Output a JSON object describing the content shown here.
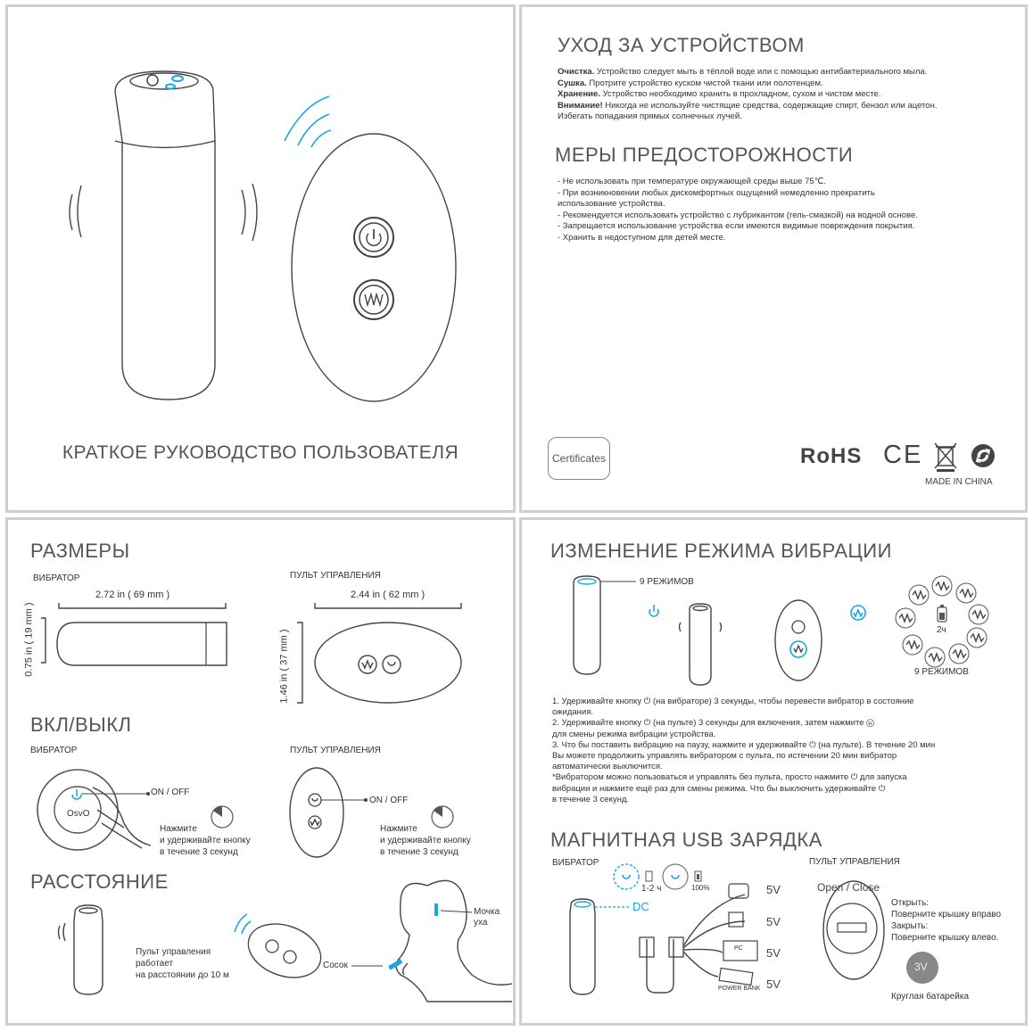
{
  "panel1": {
    "title": "КРАТКОЕ РУКОВОДСТВО ПОЛЬЗОВАТЕЛЯ"
  },
  "panel2": {
    "care_title": "УХОД ЗА УСТРОЙСТВОМ",
    "care": [
      {
        "label": "Очистка.",
        "text": "Устройство следует мыть в тёплой воде или с помощью антибактериального мыла."
      },
      {
        "label": "Сушка.",
        "text": "Протрите устройство куском чистой ткани или полотенцем."
      },
      {
        "label": "Хранение.",
        "text": "Устройство необходимо хранить в прохладном, сухом и чистом месте."
      },
      {
        "label": "Внимание!",
        "text": "Никогда не используйте чистящие средства, содержащие спирт, бензол или ацетон."
      },
      {
        "label": "",
        "text": "Избегать попадания прямых солнечных лучей."
      }
    ],
    "safety_title": "МЕРЫ ПРЕДОСТОРОЖНОСТИ",
    "safety": [
      "- Не использовать при температуре окружающей среды выше 75℃.",
      "- При возникновении любых дискомфортных ощущений немедленно прекратить",
      "использование устройства.",
      "- Рекомендуется использовать устройство с лубрикантом (гель-смазкой) на водной основе.",
      "- Запрещается использование устройства если имеются видимые повреждения покрытия.",
      "- Хранить в недоступном для детей месте."
    ],
    "certificates": "Certificates",
    "rohs": "RoHS",
    "ce": "CE",
    "made_in": "MADE IN CHINA"
  },
  "panel3": {
    "dims_title": "РАЗМЕРЫ",
    "vibrator_label": "ВИБРАТОР",
    "remote_label": "ПУЛЬТ УПРАВЛЕНИЯ",
    "vib_length": "2.72 in ( 69 mm )",
    "vib_diameter": "0.75 in ( 19 mm )",
    "remote_length": "2.44 in ( 62 mm )",
    "remote_height": "1.46 in ( 37 mm )",
    "onoff_title": "ВКЛ/ВЫКЛ",
    "onoff_vib_label": "ВИБРАТОР",
    "onoff_remote_label": "ПУЛЬТ УПРАВЛЕНИЯ",
    "on_off": "ON / OFF",
    "press_hold": [
      "Нажмите",
      "и удерживайте кнопку",
      "в течение 3 секунд"
    ],
    "osvo": "OsvO",
    "distance_title": "РАССТОЯНИЕ",
    "distance_text": [
      "Пульт управления",
      "работает",
      "на расстоянии до 10 м"
    ],
    "nipple": "Сосок",
    "ear": [
      "Мочка",
      "уха"
    ]
  },
  "panel4": {
    "modes_title": "ИЗМЕНЕНИЕ РЕЖИМА ВИБРАЦИИ",
    "nine_modes_top": "9 РЕЖИМОВ",
    "nine_modes_bottom": "9 РЕЖИМОВ",
    "charge_time": "2ч",
    "instructions": [
      "1. Удерживайте кнопку ⏻ (на вибраторе) 3 секунды, чтобы перевести вибратор в состояние",
      "ожидания.",
      "2. Удерживайте кнопку ⏻ (на пульте) 3 секунды для включения, затем нажмите ⓦ",
      "для смены режима вибрации устройства.",
      "3. Что бы поставить вибрацию на паузу, нажмите и удерживайте ⏻ (на пульте). В течение 20 мин",
      "Вы можете продолжить управлять вибратором с пульта, по истечении 20 мин вибратор",
      "автоматически выключится.",
      "*Вибратором можно пользоваться и управлять без пульта, просто нажмите ⏻ для запуска",
      "вибрации и нажмите ещё раз для смены режима. Что бы выключить удерживайте ⏻",
      "в течение 3 секунд."
    ],
    "usb_title": "МАГНИТНАЯ USB ЗАРЯДКА",
    "vibrator_label": "ВИБРАТОР",
    "remote_label": "ПУЛЬТ УПРАВЛЕНИЯ",
    "charge_hours": "1-2 ч",
    "charge_full": "100%",
    "dc": "DC",
    "volts": [
      "5V",
      "5V",
      "5V",
      "5V"
    ],
    "pc": "PC",
    "power_bank": "POWER BANK",
    "open_close": "Open / Close",
    "open_close_text": [
      "Открыть:",
      "Поверните крышку вправо",
      "Закрыть:",
      "Поверните крышку влево."
    ],
    "battery_v": "3V",
    "battery_label": "Круглая батарейка"
  }
}
